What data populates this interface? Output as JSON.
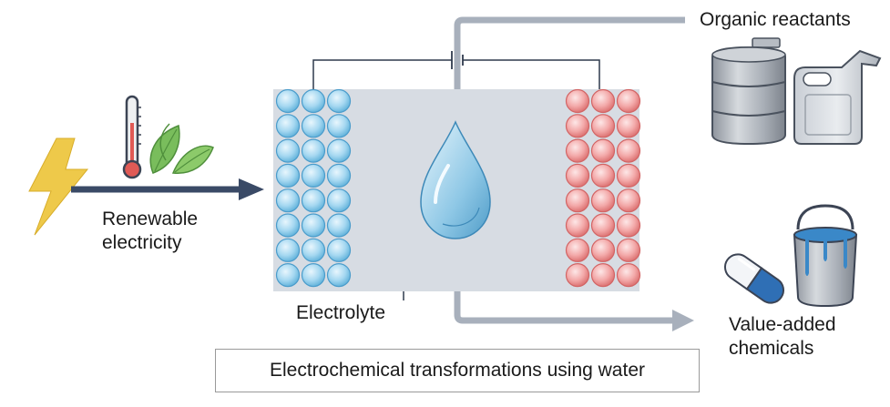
{
  "labels": {
    "renewable_line1": "Renewable",
    "renewable_line2": "electricity",
    "electrolyte": "Electrolyte",
    "organic_reactants": "Organic reactants",
    "value_added_line1": "Value-added",
    "value_added_line2": "chemicals"
  },
  "caption": "Electrochemical transformations using water",
  "colors": {
    "arrow_dark": "#3a4a66",
    "pipe_gray": "#a8b0bc",
    "cell_bg": "#d7dce3",
    "anode_blue": "#9fd3ee",
    "cathode_red": "#f2a5a5",
    "bolt_yellow": "#eec94a",
    "leaf_green": "#74b85a",
    "water_drop": "#9fd0ea",
    "pill_blue": "#2f6fb5"
  },
  "icons": [
    "lightning-icon",
    "thermometer-icon",
    "leaf-icon",
    "water-drop-icon",
    "barrel-icon",
    "jerrycan-icon",
    "capsule-icon",
    "paint-bucket-icon"
  ]
}
